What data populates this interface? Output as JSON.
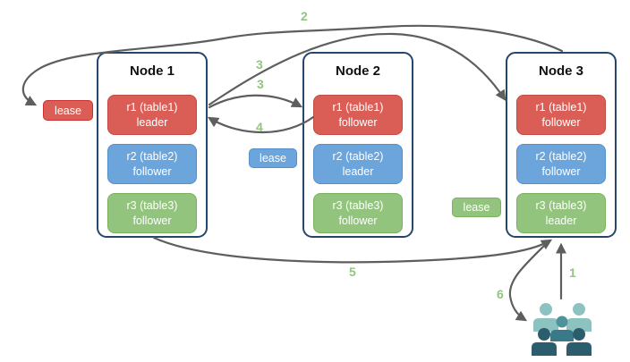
{
  "diagram": {
    "nodes": [
      {
        "title": "Node 1",
        "replicas": [
          {
            "name": "r1 (table1)",
            "role": "leader",
            "color": "red"
          },
          {
            "name": "r2 (table2)",
            "role": "follower",
            "color": "blue"
          },
          {
            "name": "r3 (table3)",
            "role": "follower",
            "color": "green"
          }
        ]
      },
      {
        "title": "Node 2",
        "replicas": [
          {
            "name": "r1 (table1)",
            "role": "follower",
            "color": "red"
          },
          {
            "name": "r2 (table2)",
            "role": "leader",
            "color": "blue"
          },
          {
            "name": "r3 (table3)",
            "role": "follower",
            "color": "green"
          }
        ]
      },
      {
        "title": "Node 3",
        "replicas": [
          {
            "name": "r1 (table1)",
            "role": "follower",
            "color": "red"
          },
          {
            "name": "r2 (table2)",
            "role": "follower",
            "color": "blue"
          },
          {
            "name": "r3 (table3)",
            "role": "leader",
            "color": "green"
          }
        ]
      }
    ],
    "leases": [
      {
        "label": "lease",
        "color": "red"
      },
      {
        "label": "lease",
        "color": "blue"
      },
      {
        "label": "lease",
        "color": "green"
      }
    ],
    "steps": {
      "s1": "1",
      "s2": "2",
      "s3a": "3",
      "s3b": "3",
      "s4": "4",
      "s5": "5",
      "s6": "6"
    },
    "colors": {
      "replica_red": "#DB5E56",
      "replica_blue": "#6BA5DC",
      "replica_green": "#92C47E",
      "node_border": "#25466B",
      "arrow": "#5E5E5E",
      "step_label": "#90C67D",
      "people_light": "#8CC3C1",
      "people_medium": "#4E939B",
      "people_dark": "#2B5D6D"
    }
  }
}
